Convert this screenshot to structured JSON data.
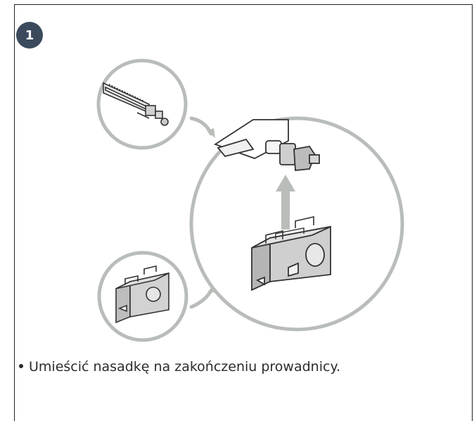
{
  "step": {
    "number": "1"
  },
  "instruction": {
    "text": "Umieścić nasadkę na zakończeniu prowadnicy."
  },
  "colors": {
    "badge": "#3a4a5c",
    "circle_stroke": "#b9bdb9",
    "arrow": "#b9bdb9",
    "part_fill": "#c8c8c8",
    "part_stroke": "#333333"
  },
  "icons": [
    "guide-rail-end",
    "end-cap",
    "insert-arrow"
  ]
}
